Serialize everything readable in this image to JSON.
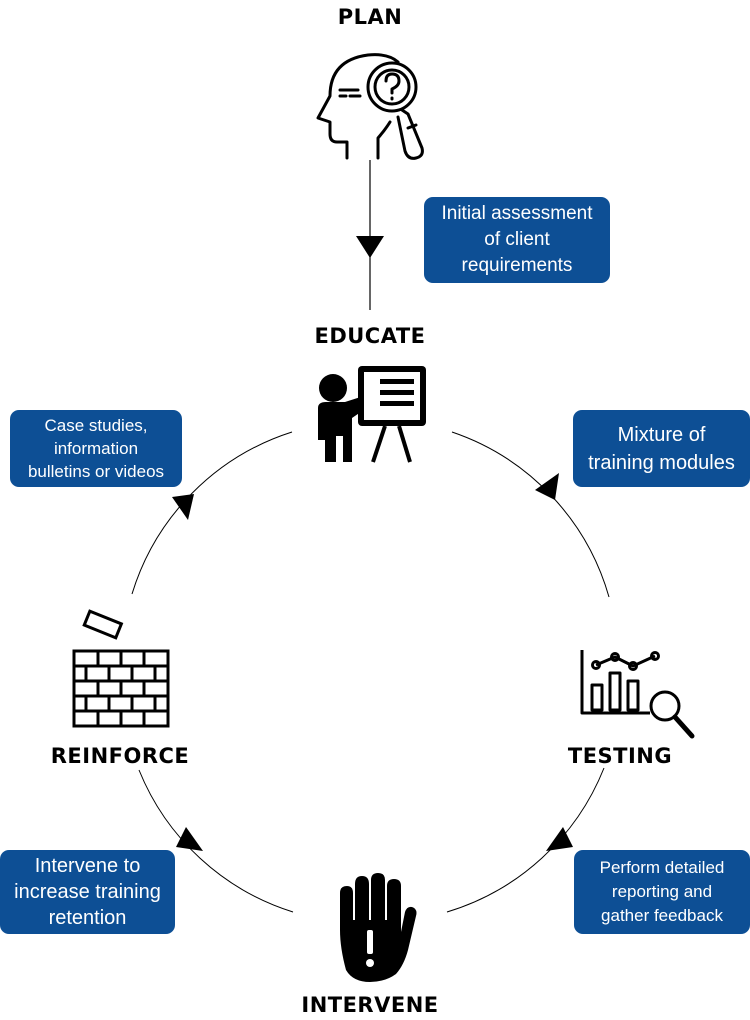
{
  "stages": {
    "plan": "PLAN",
    "educate": "EDUCATE",
    "testing": "TESTING",
    "intervene": "INTERVENE",
    "reinforce": "REINFORCE"
  },
  "notes": {
    "plan_to_educate": [
      "Initial assessment",
      "of client",
      "requirements"
    ],
    "educate_to_testing": [
      "Mixture of",
      "training modules"
    ],
    "testing_to_intervene": [
      "Perform detailed",
      "reporting and",
      "gather feedback"
    ],
    "intervene_to_reinforce": [
      "Intervene to",
      "increase training",
      "retention"
    ],
    "reinforce_to_educate": [
      "Case studies,",
      "information",
      "bulletins or videos"
    ]
  },
  "icons": {
    "plan": "head-magnifier-question-icon",
    "educate": "teacher-whiteboard-icon",
    "testing": "chart-magnifier-icon",
    "intervene": "stop-hand-icon",
    "reinforce": "brick-wall-icon"
  },
  "colors": {
    "note_background": "#0d4f95",
    "note_text": "#ffffff",
    "line": "#000000"
  }
}
